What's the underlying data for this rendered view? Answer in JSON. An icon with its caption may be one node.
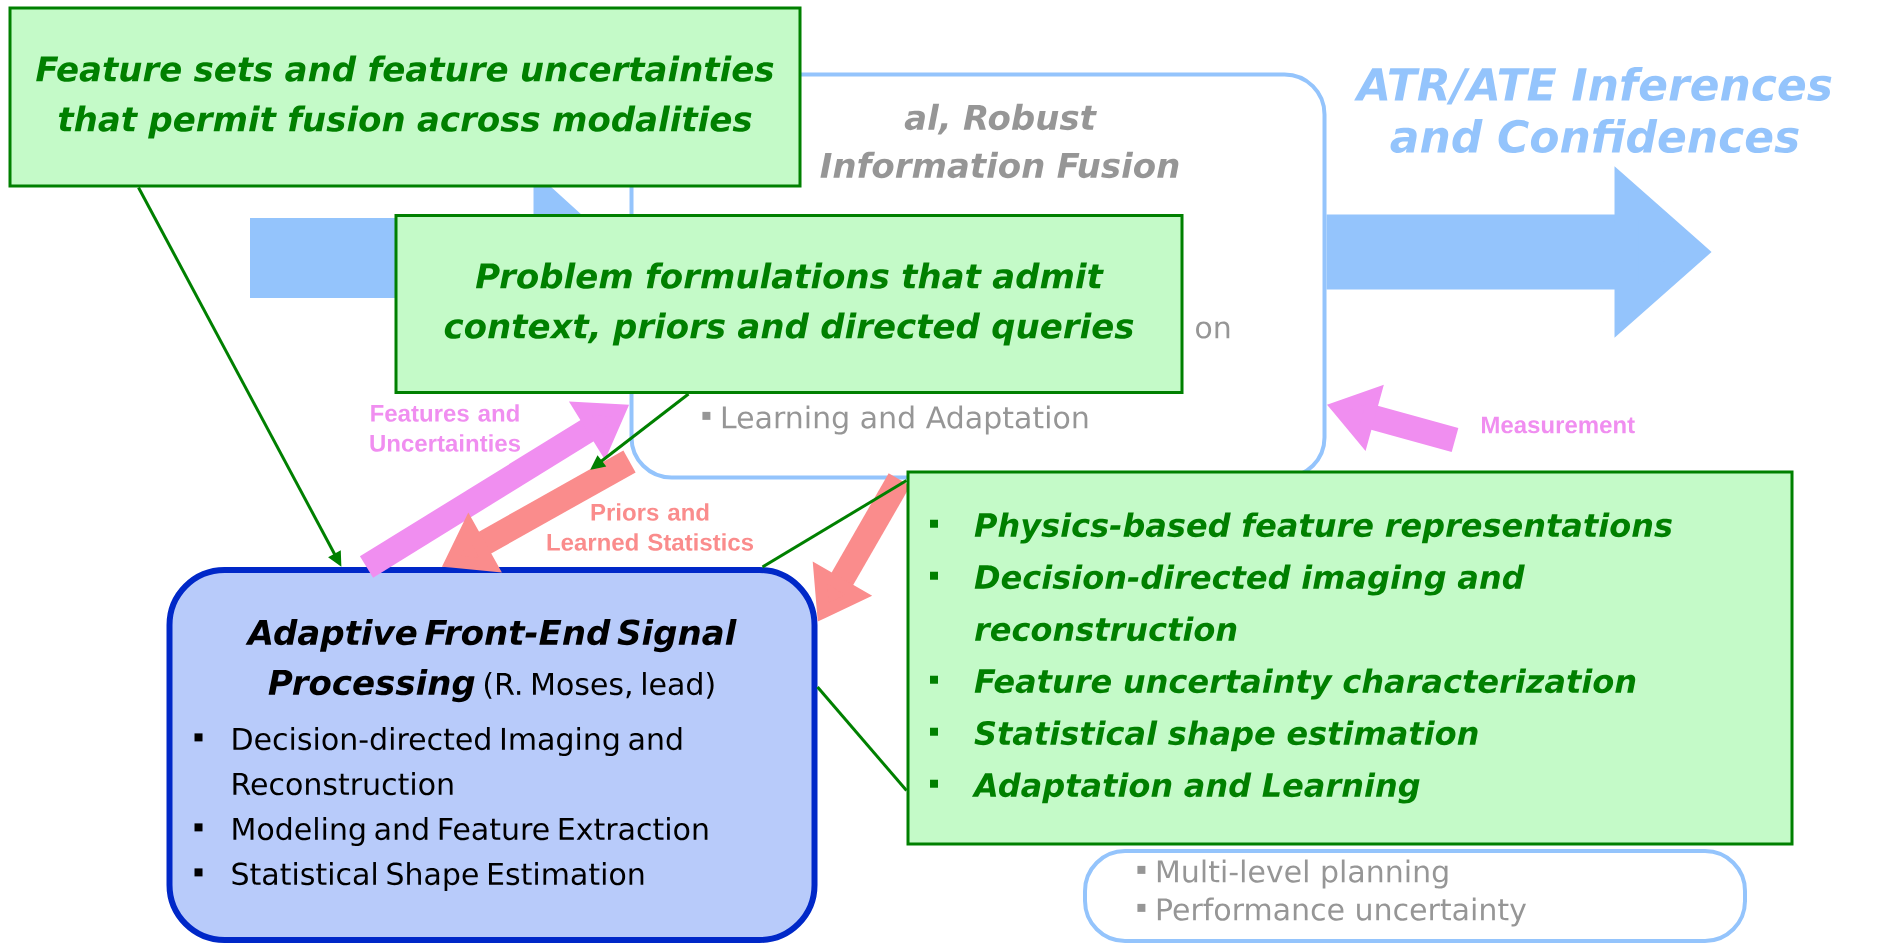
{
  "diagram": {
    "nodes": [
      {
        "text": [
          "Feature sets and feature uncertainties that permit fusion across modalities"
        ]
      },
      {
        "text": [
          "al, Robust Information Fusion",
          "on",
          "Learning and Adaptation"
        ]
      },
      {
        "text": [
          "Problem formulations that admit context, priors and directed queries"
        ]
      },
      {
        "text": [
          "Adaptive Front-End Signal Processing",
          "(R. Moses, lead)",
          "Decision-directed Imaging and Reconstruction",
          "Modeling and Feature Extraction",
          "Statistical Shape Estimation"
        ]
      },
      {
        "text": [
          "Physics-based feature representations",
          "Decision-directed imaging and reconstruction",
          "Feature uncertainty characterization",
          "Statistical shape estimation",
          "Adaptation and Learning"
        ]
      },
      {
        "text": [
          "Multi-level planning",
          "Performance uncertainty"
        ]
      }
    ],
    "edges": [
      {
        "from": null,
        "to": 1,
        "arrow": "to",
        "style": "thick",
        "color": "#94c4fc"
      },
      {
        "from": 1,
        "to": null,
        "arrow": "to",
        "style": "thick",
        "color": "#94c4fc"
      },
      {
        "from": 3,
        "to": 1,
        "arrow": "to",
        "color": "#f08ef0",
        "label": "Features and Uncertainties"
      },
      {
        "from": 1,
        "to": 3,
        "arrow": "to",
        "color": "#fa8c8c",
        "label": "Priors and Learned Statistics"
      },
      {
        "from": 1,
        "to": 3,
        "arrow": "to",
        "color": "#fa8c8c"
      },
      {
        "from": null,
        "to": 1,
        "arrow": "to",
        "color": "#f08ef0",
        "label": "Measurement"
      },
      {
        "from": 0,
        "to": 3,
        "arrow": "to"
      },
      {
        "from": 2,
        "to": null,
        "arrow": "to"
      },
      {
        "from": 4,
        "to": 3,
        "arrow": "none"
      },
      {
        "from": 4,
        "to": 3,
        "arrow": "none"
      }
    ],
    "labels": [
      "ATR/ATE Inferences and Confidences"
    ]
  }
}
